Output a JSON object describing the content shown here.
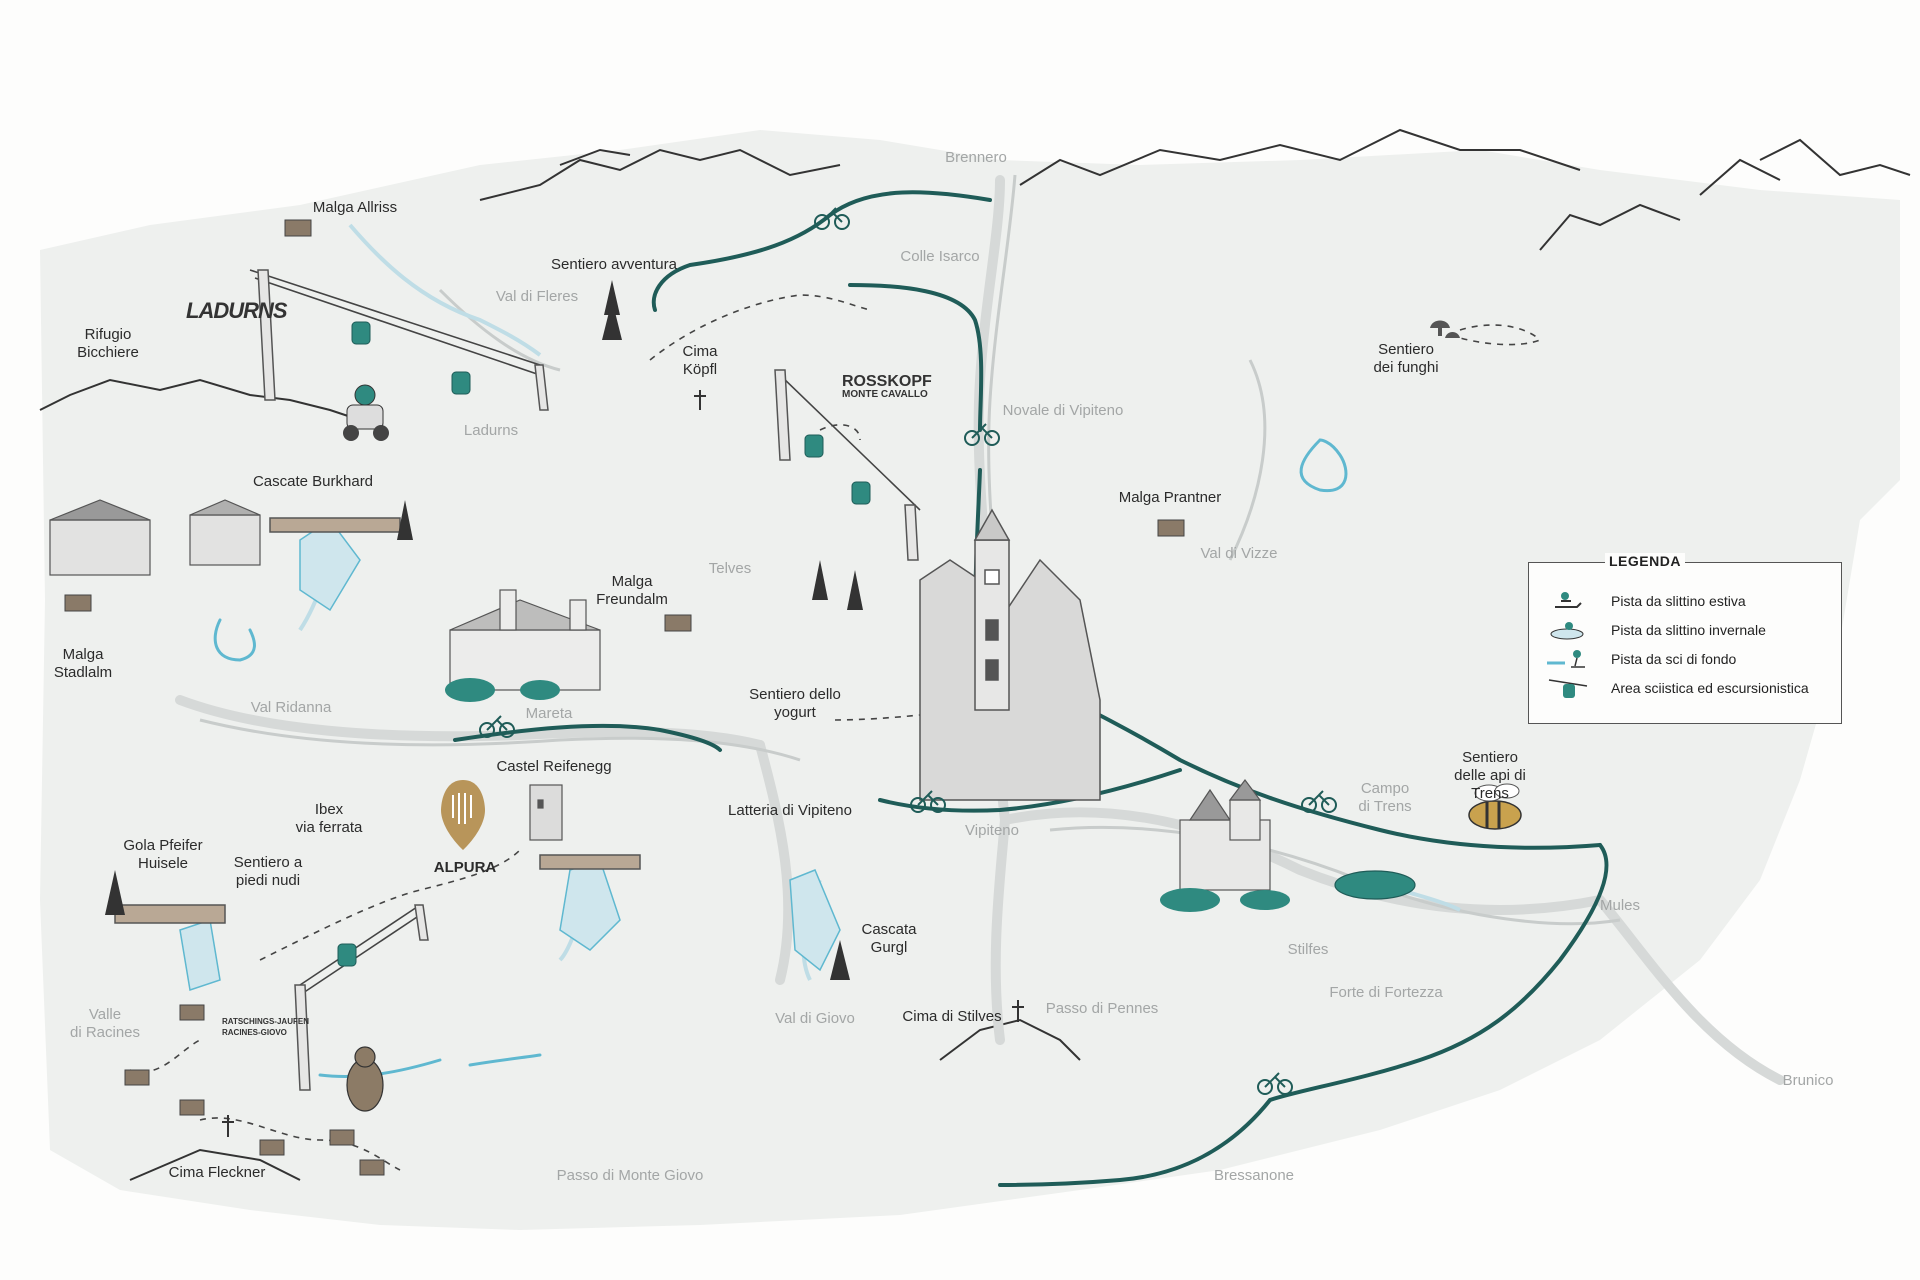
{
  "colors": {
    "route": "#1f5c58",
    "accent": "#2f8a80",
    "water": "#5fb8d0",
    "land": "#eef0ee",
    "roads": "#d9dcdb",
    "gold": "#b8955a"
  },
  "places_black": {
    "malga_allriss": "Malga Allriss",
    "sentiero_avventura": "Sentiero avventura",
    "rifugio": "Rifugio\nBicchiere",
    "cima_kopfl": "Cima\nKöpfl",
    "cascate_burkhard": "Cascate Burkhard",
    "malga_prantner": "Malga Prantner",
    "sentiero_funghi": "Sentiero\ndei funghi",
    "malga_freundalm": "Malga\nFreundalm",
    "malga_stadlalm": "Malga\nStadlalm",
    "sentiero_yogurt": "Sentiero dello\nyogurt",
    "castel_reifenegg": "Castel Reifenegg",
    "latteria": "Latteria di Vipiteno",
    "ibex": "Ibex\nvia ferrata",
    "gola": "Gola Pfeifer\nHuisele",
    "sentiero_piedi": "Sentiero a\npiedi nudi",
    "sentiero_api": "Sentiero\ndelle api di\nTrens",
    "cascata_gurgl": "Cascata\nGurgl",
    "cima_stilves": "Cima di Stilves",
    "cima_fleckner": "Cima Fleckner",
    "alpura": "ALPURA"
  },
  "places_grey": {
    "brennero": "Brennero",
    "colle_isarco": "Colle Isarco",
    "val_di_fleres": "Val di Fleres",
    "ladurns": "Ladurns",
    "novale": "Novale di Vipiteno",
    "telves": "Telves",
    "val_di_vizze": "Val di Vizze",
    "val_ridanna": "Val Ridanna",
    "mareta": "Mareta",
    "campo_trens": "Campo\ndi Trens",
    "vipiteno": "Vipiteno",
    "mules": "Mules",
    "stilfes": "Stilfes",
    "valle_racines": "Valle\ndi Racines",
    "val_di_giovo": "Val di Giovo",
    "passo_pennes": "Passo di Pennes",
    "forte_fortezza": "Forte di Fortezza",
    "brunico": "Brunico",
    "passo_monte_giovo": "Passo di Monte Giovo",
    "bressanone": "Bressanone"
  },
  "logos": {
    "ladurns": "LADURNS",
    "rosskopf_1": "ROSSKOPF",
    "rosskopf_2": "MONTE CAVALLO",
    "ratschings_1": "RATSCHINGS-JAUFEN",
    "ratschings_2": "RACINES-GIOVO"
  },
  "legend": {
    "title": "LEGENDA",
    "items": [
      {
        "icon": "summer-sled-icon",
        "label": "Pista da slittino estiva"
      },
      {
        "icon": "winter-sled-icon",
        "label": "Pista da slittino invernale"
      },
      {
        "icon": "cross-country-ski-icon",
        "label": "Pista da sci di fondo"
      },
      {
        "icon": "cable-car-icon",
        "label": "Area sciistica ed escursionistica"
      }
    ]
  }
}
